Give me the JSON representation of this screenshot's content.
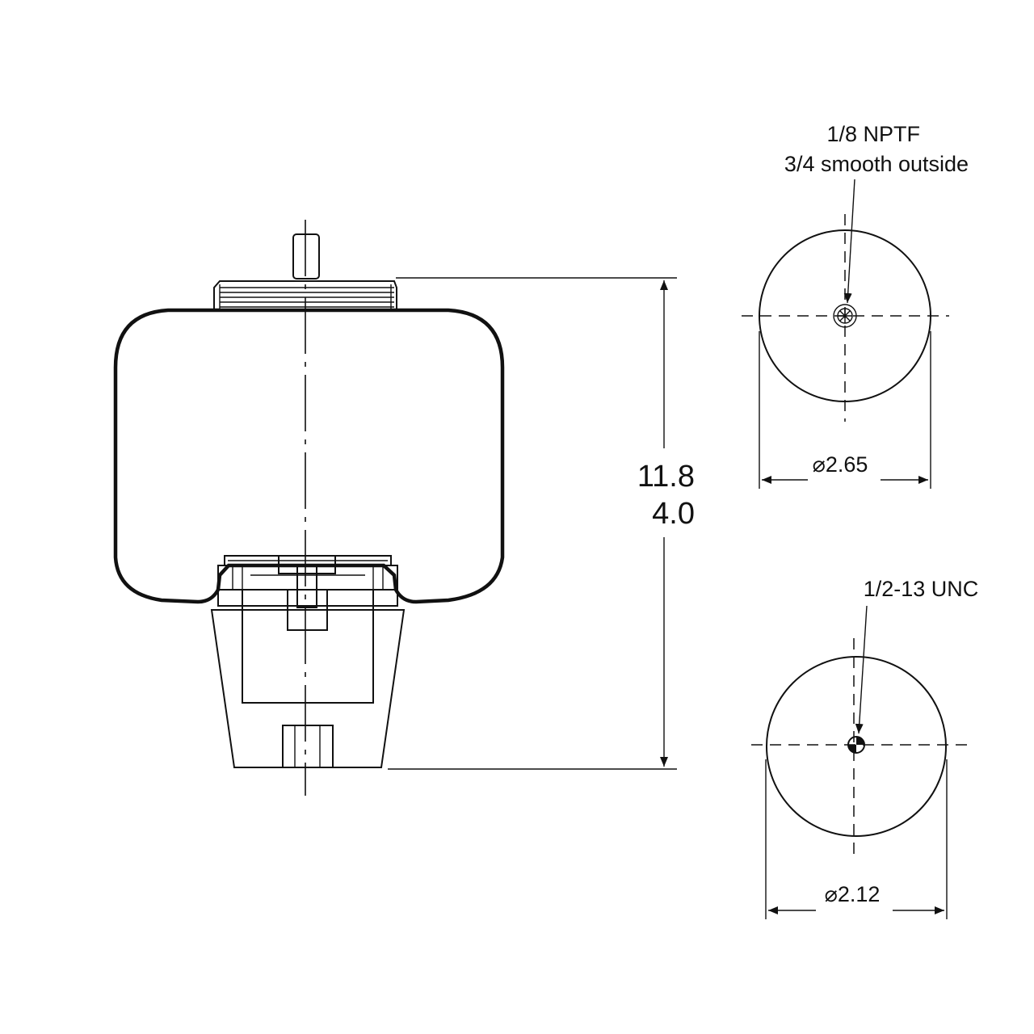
{
  "dimensions": {
    "height_primary": "11.8",
    "height_secondary": "4.0"
  },
  "top_view": {
    "port_label_line1": "1/8 NPTF",
    "port_label_line2": "3/4 smooth outside",
    "diameter_symbol": "⌀",
    "diameter": "2.65"
  },
  "bottom_view": {
    "stud_label": "1/2-13 UNC",
    "diameter_symbol": "⌀",
    "diameter": "2.12"
  }
}
